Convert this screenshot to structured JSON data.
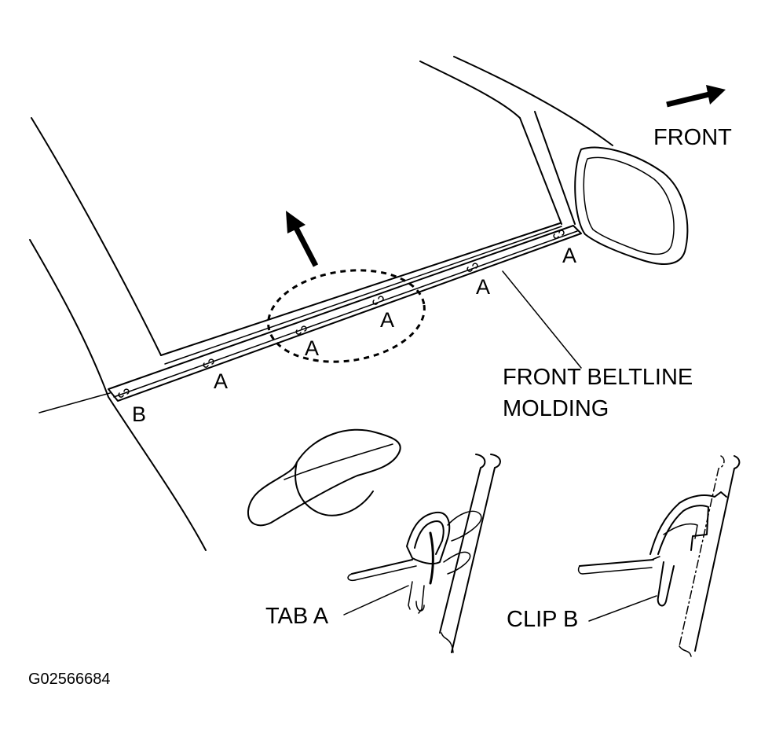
{
  "labels": {
    "front": "FRONT",
    "molding_line1": "FRONT BELTLINE",
    "molding_line2": "MOLDING",
    "tab_a": "TAB A",
    "clip_b": "CLIP B",
    "figure_id": "G02566684"
  },
  "markers": {
    "a": "A",
    "b": "B"
  },
  "icons": [
    "front-direction-arrow",
    "removal-direction-arrow"
  ]
}
